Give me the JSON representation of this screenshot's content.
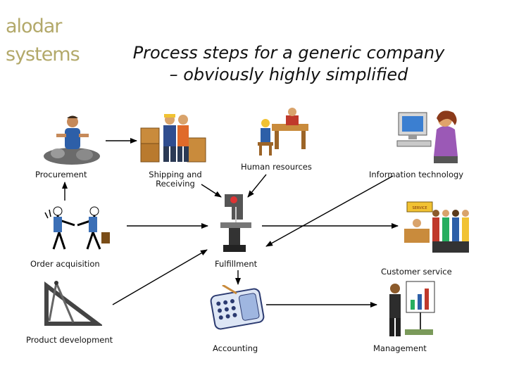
{
  "logo": {
    "text": "alodar systems"
  },
  "title": {
    "line1": "Process steps for a generic company",
    "line2": "– obviously highly simplified"
  },
  "nodes": {
    "procurement": "Procurement",
    "shipping": "Shipping and Receiving",
    "human_resources": "Human resources",
    "information_technology": "Information technology",
    "order_acquisition": "Order acquisition",
    "fulfillment": "Fulfillment",
    "customer_service": "Customer service",
    "product_development": "Product development",
    "accounting": "Accounting",
    "management": "Management"
  },
  "colors": {
    "logo": "#b3a96a",
    "arrow": "#000000"
  },
  "icons": {
    "procurement": "miner-with-rocks-clipart",
    "shipping": "warehouse-workers-boxes-clipart",
    "human_resources": "office-desk-workers-clipart",
    "information_technology": "woman-at-computer-clipart",
    "order_acquisition": "handshake-clipart",
    "fulfillment": "bandsaw-machine-clipart",
    "customer_service": "customer-service-queue-clipart",
    "product_development": "drafting-tools-clipart",
    "accounting": "calculator-clipart",
    "management": "presenter-with-chart-clipart"
  }
}
